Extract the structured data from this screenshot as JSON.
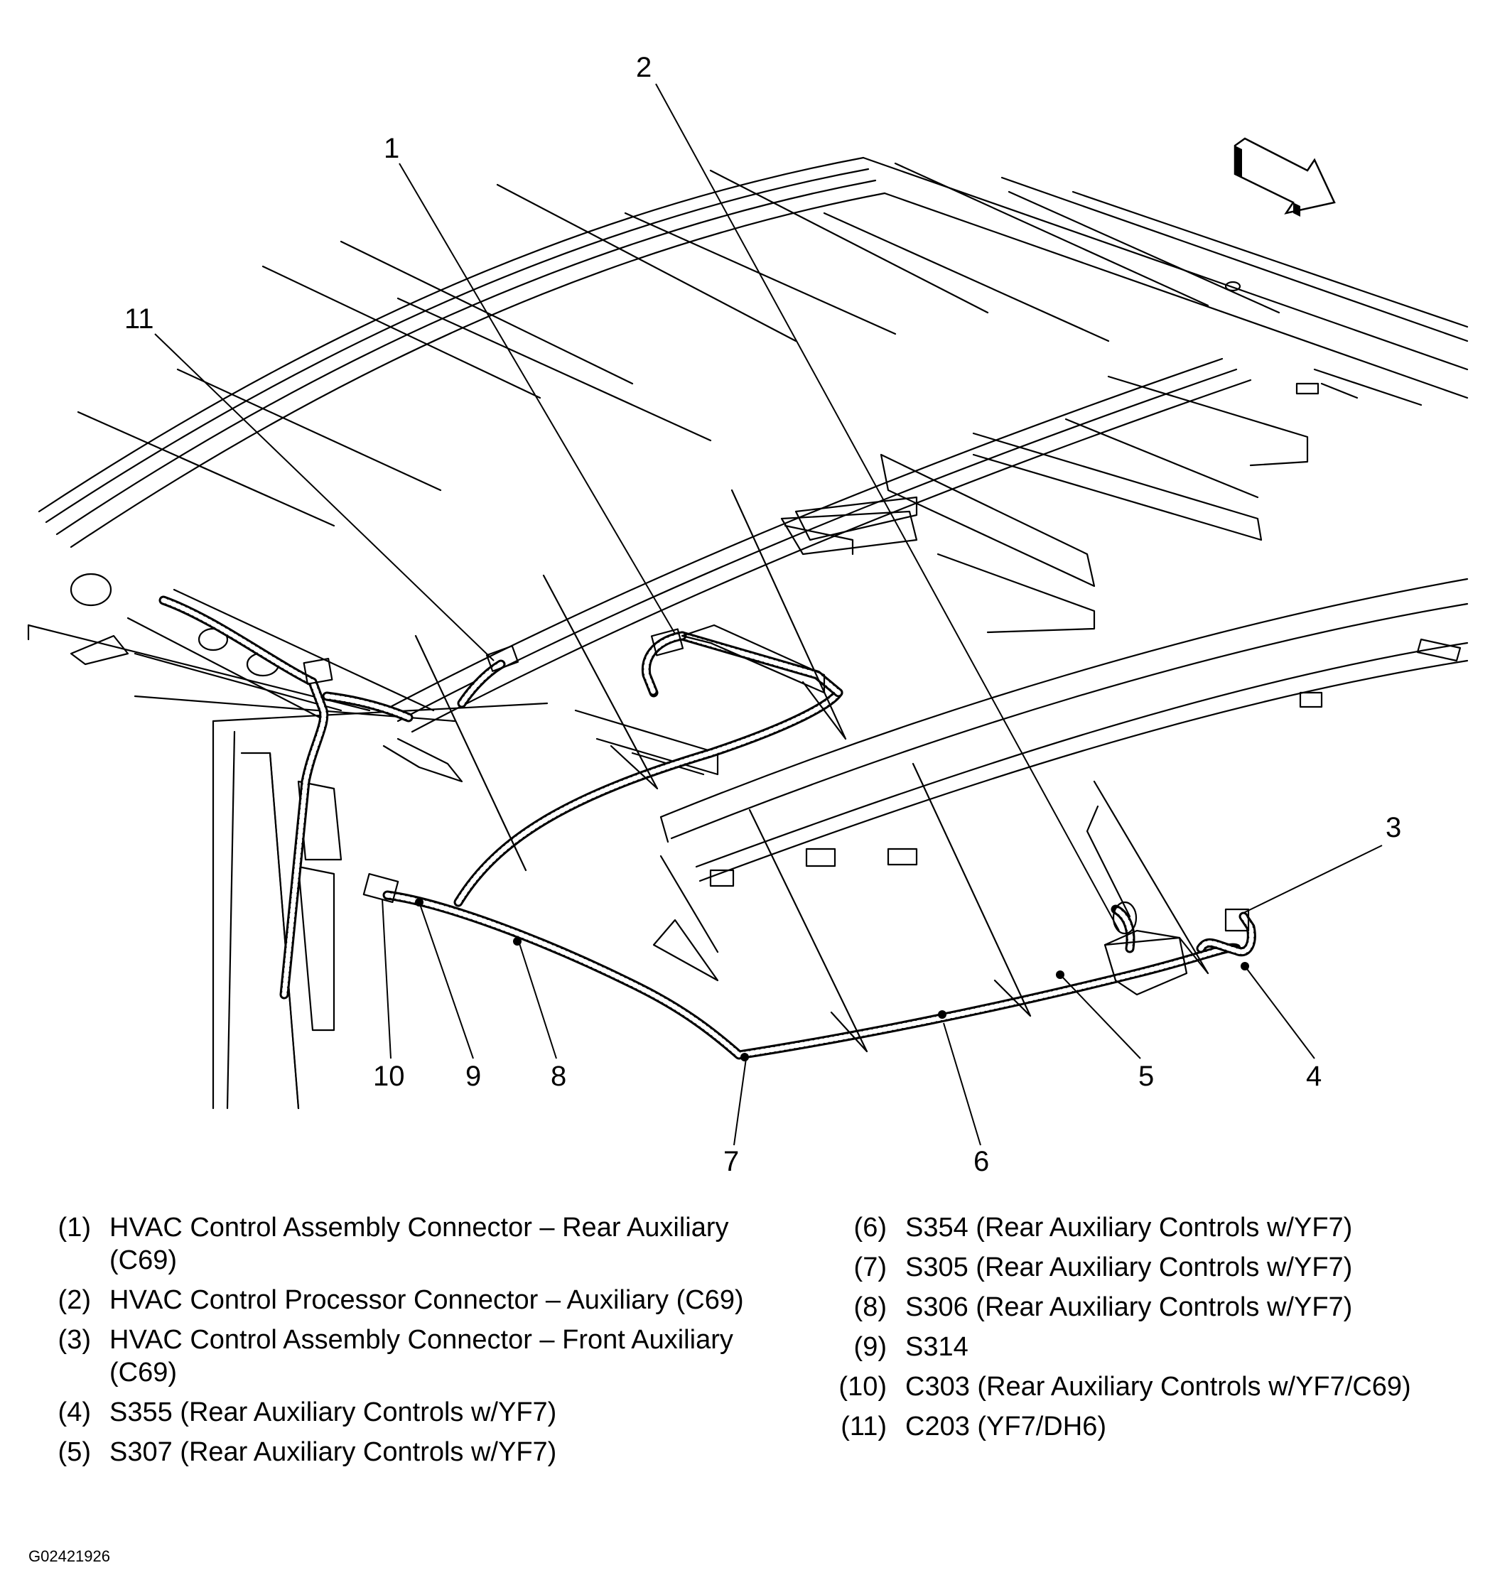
{
  "callouts": {
    "c1": "1",
    "c2": "2",
    "c3": "3",
    "c4": "4",
    "c5": "5",
    "c6": "6",
    "c7": "7",
    "c8": "8",
    "c9": "9",
    "c10": "10",
    "c11": "11"
  },
  "legend_left": [
    {
      "num": "(1)",
      "text": "HVAC Control Assembly Connector – Rear Auxiliary (C69)"
    },
    {
      "num": "(2)",
      "text": "HVAC Control Processor Connector – Auxiliary (C69)"
    },
    {
      "num": "(3)",
      "text": "HVAC Control Assembly Connector – Front Auxiliary (C69)"
    },
    {
      "num": "(4)",
      "text": "S355 (Rear Auxiliary Controls w/YF7)"
    },
    {
      "num": "(5)",
      "text": "S307 (Rear Auxiliary Controls w/YF7)"
    }
  ],
  "legend_right": [
    {
      "num": "(6)",
      "text": "S354 (Rear Auxiliary Controls w/YF7)"
    },
    {
      "num": "(7)",
      "text": "S305 (Rear Auxiliary Controls w/YF7)"
    },
    {
      "num": "(8)",
      "text": "S306 (Rear Auxiliary Controls w/YF7)"
    },
    {
      "num": "(9)",
      "text": "S314"
    },
    {
      "num": "(10)",
      "text": "C303 (Rear Auxiliary Controls w/YF7/C69)"
    },
    {
      "num": "(11)",
      "text": "C203 (YF7/DH6)"
    }
  ],
  "figure_id": "G02421926"
}
